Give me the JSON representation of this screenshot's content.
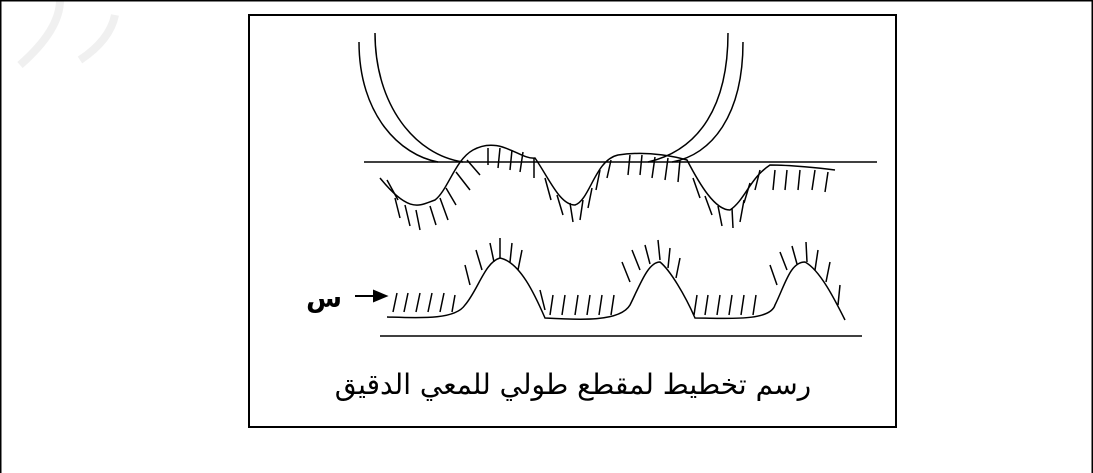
{
  "diagram": {
    "caption": "رسم تخطيط لمقطع طولي للمعي الدقيق",
    "marker_label": "س",
    "line_color": "#000000",
    "background_color": "#ffffff",
    "parts": [
      "top-arc-pair",
      "villi-wave-top",
      "villi-wave-bottom",
      "arrow-marker"
    ]
  }
}
